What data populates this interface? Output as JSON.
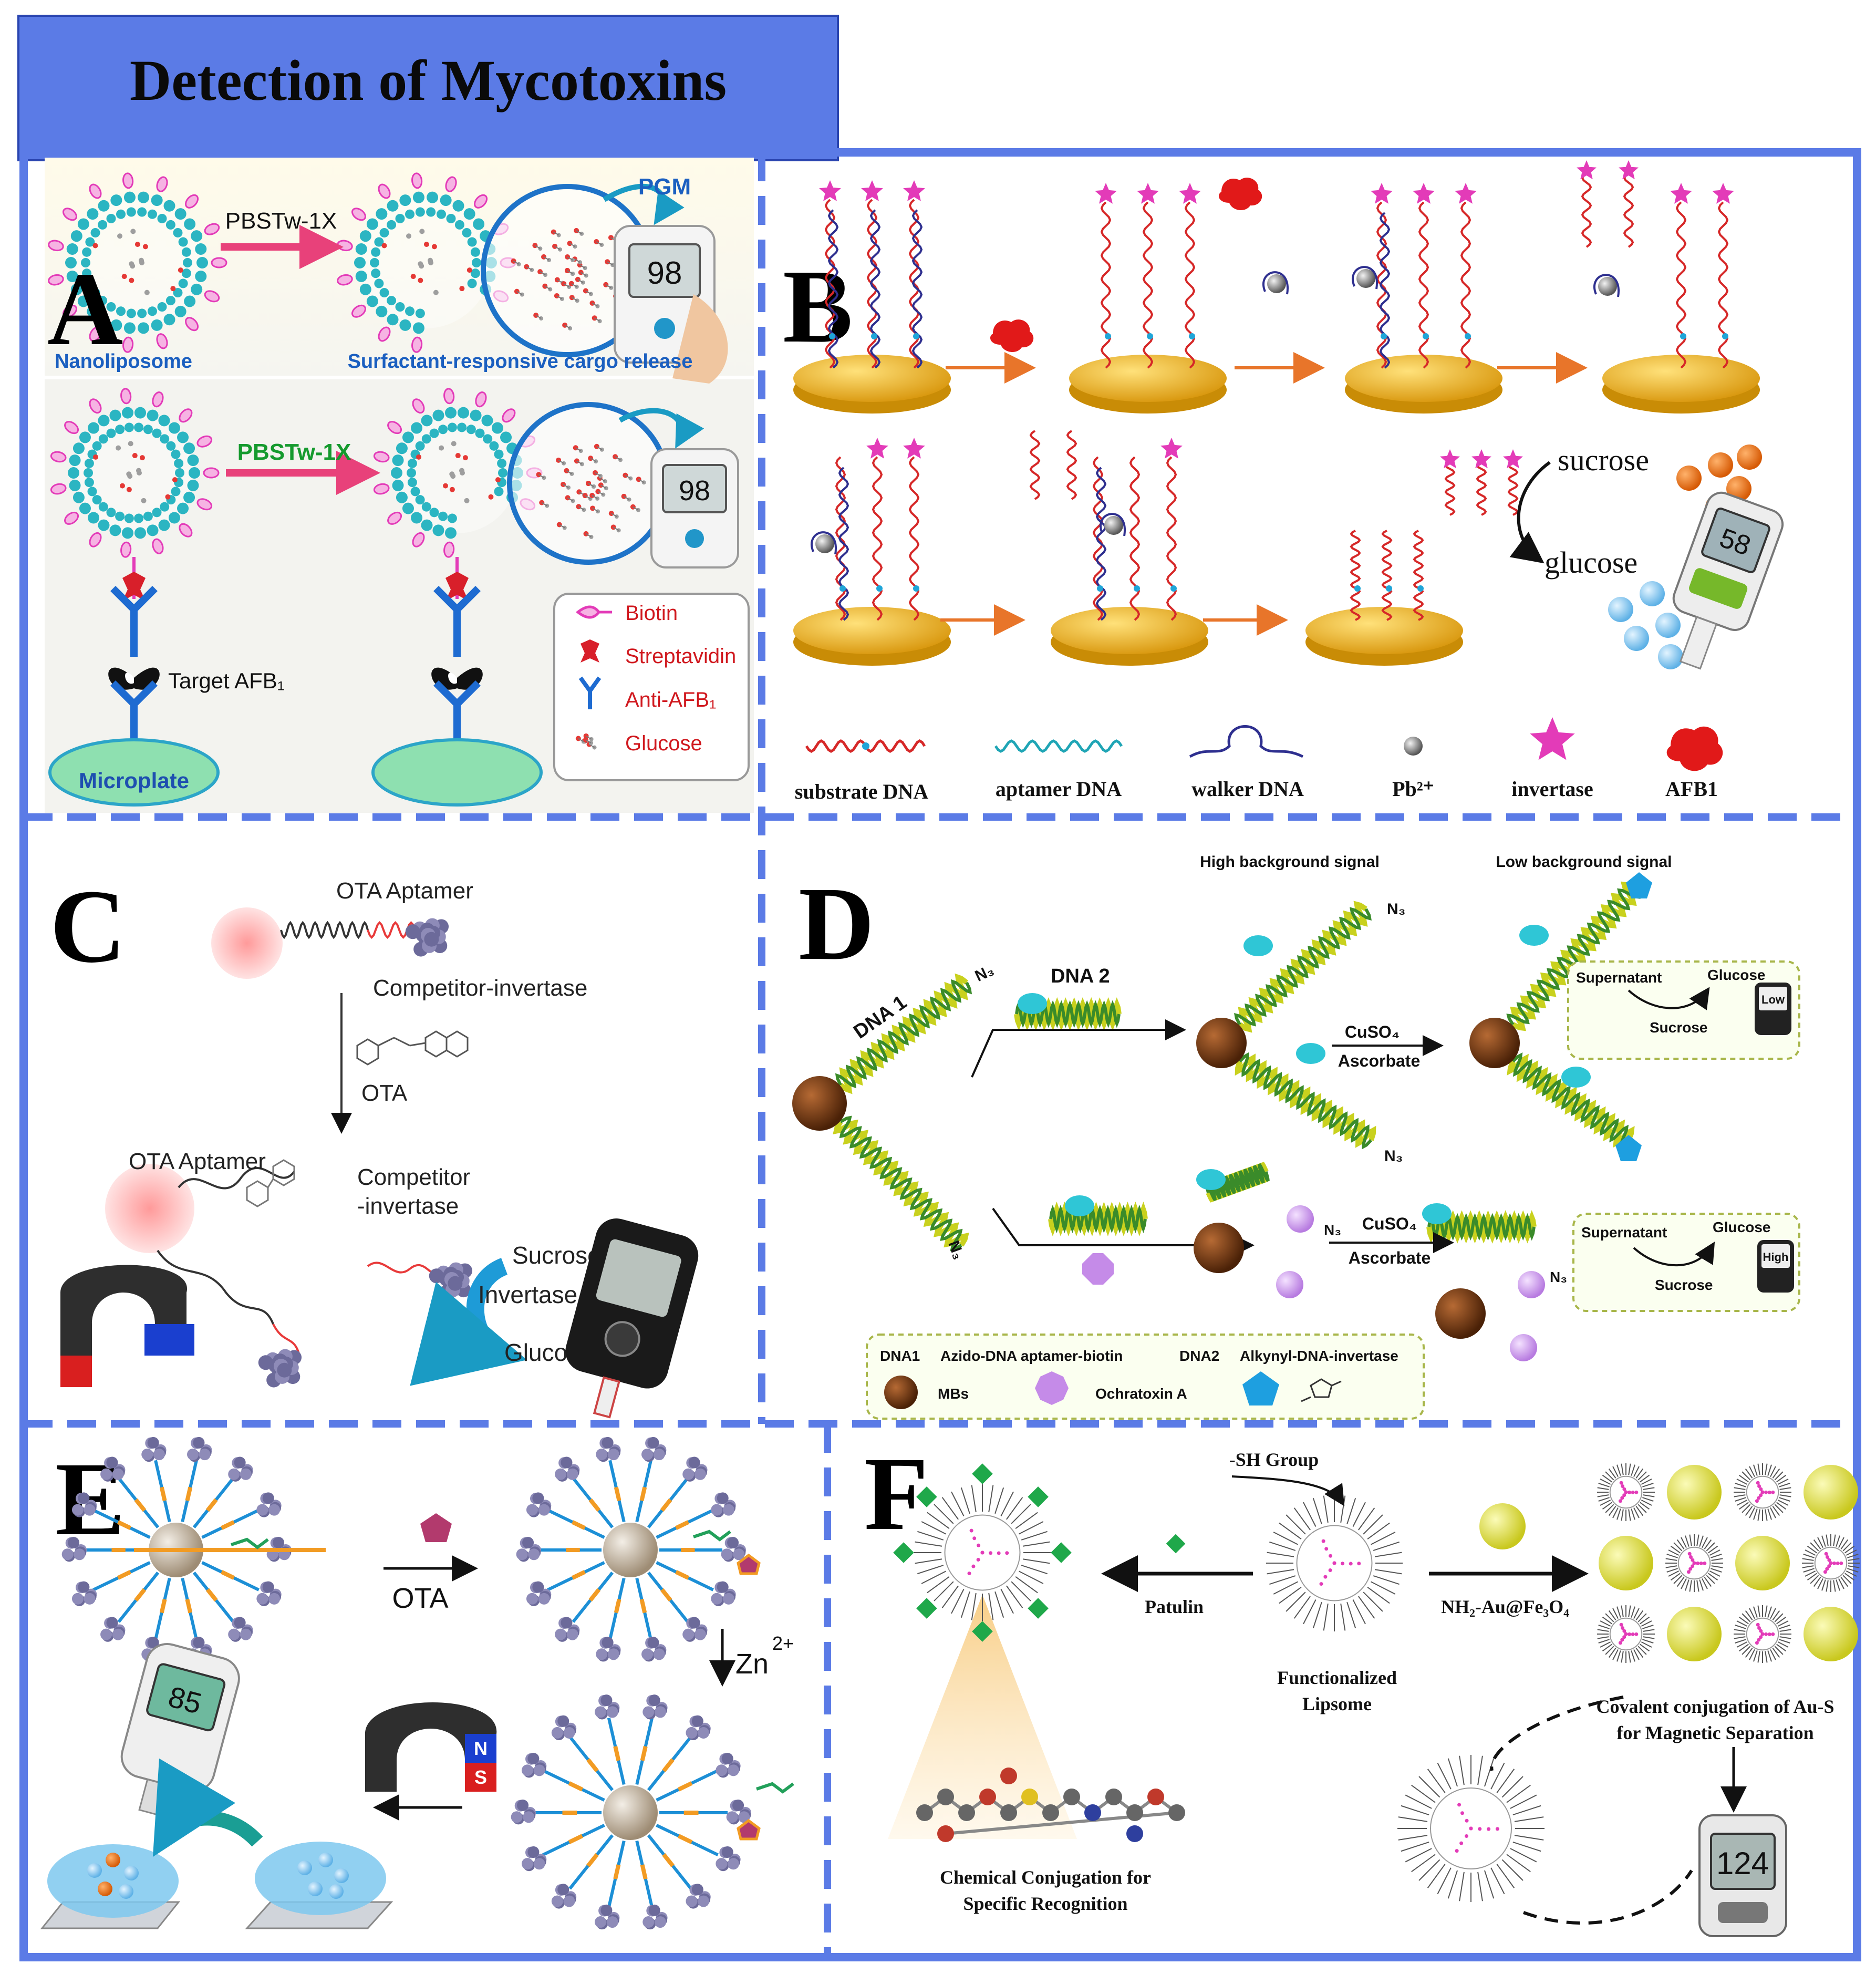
{
  "title": "Detection of Mycotoxins",
  "colors": {
    "frame": "#5B7BE6",
    "header": "#5B7BE6",
    "gold": "#F2B81E",
    "pink_arrow": "#E8417A",
    "orange_arrow": "#E8752A",
    "dna_red": "#D62828",
    "aptamer_teal": "#1FA5B5",
    "walker_blue": "#2E2F8F",
    "invertase_pink": "#E33BB8",
    "afb1_red": "#E11919",
    "mb_brown": "#6B3410",
    "ota_purple": "#C58BE8",
    "alkyne_blue": "#1E9FE0",
    "patulin_green": "#1FA84A",
    "au_yellow": "#E6E63C"
  },
  "panels": {
    "A": {
      "letter": "A",
      "top": {
        "arrow_label": "PBSTw-1X",
        "meter_label": "PGM",
        "left_caption": "Nanoliposome",
        "right_caption": "Surfactant-responsive cargo release",
        "meter_value": "98"
      },
      "bottom": {
        "arrow_label": "PBSTw-1X",
        "target_label": "Target AFB₁",
        "plate_label": "Microplate",
        "meter_value": "98"
      },
      "legend": [
        {
          "icon": "biotin-icon",
          "label": "Biotin"
        },
        {
          "icon": "streptavidin-icon",
          "label": "Streptavidin"
        },
        {
          "icon": "antibody-icon",
          "label": "Anti-AFB₁"
        },
        {
          "icon": "glucose-icon",
          "label": "Glucose"
        }
      ]
    },
    "B": {
      "letter": "B",
      "sucrose": "sucrose",
      "glucose": "glucose",
      "meter_value": "58",
      "legend": [
        {
          "icon": "substrate-dna-icon",
          "label": "substrate DNA"
        },
        {
          "icon": "aptamer-dna-icon",
          "label": "aptamer DNA"
        },
        {
          "icon": "walker-dna-icon",
          "label": "walker DNA"
        },
        {
          "icon": "pb-ion-icon",
          "label": "Pb²⁺"
        },
        {
          "icon": "invertase-icon",
          "label": "invertase"
        },
        {
          "icon": "afb1-icon",
          "label": "AFB1"
        }
      ]
    },
    "C": {
      "letter": "C",
      "aptamer_top": "OTA Aptamer",
      "competitor_top": "Competitor-invertase",
      "ota_label": "OTA",
      "aptamer_bottom": "OTA Aptamer",
      "competitor_line1": "Competitor",
      "competitor_line2": "-invertase",
      "sucrose": "Sucrose",
      "invertase": "Invertase",
      "glucose": "Glucose"
    },
    "D": {
      "letter": "D",
      "high_bg": "High background signal",
      "low_bg": "Low background signal",
      "dna1": "DNA 1",
      "dna2": "DNA 2",
      "n3": "N₃",
      "cuso4": "CuSO₄",
      "ascorbate": "Ascorbate",
      "supernatant": "Supernatant",
      "glucose": "Glucose",
      "sucrose": "Sucrose",
      "low": "Low",
      "high": "High",
      "legend": {
        "dna1_key": "DNA1",
        "dna1_desc": "Azido-DNA aptamer-biotin",
        "dna2_key": "DNA2",
        "dna2_desc": "Alkynyl-DNA-invertase",
        "mbs": "MBs",
        "ochratoxin": "Ochratoxin A"
      }
    },
    "E": {
      "letter": "E",
      "ota_label": "OTA",
      "zn_label": "Zn",
      "zn_sup": "2+",
      "meter_value": "85",
      "magnet_n": "N",
      "magnet_s": "S"
    },
    "F": {
      "letter": "F",
      "sh_group": "-SH Group",
      "patulin": "Patulin",
      "nh2": "NH₂-Au@Fe₃O₄",
      "functionalized_1": "Functionalized",
      "functionalized_2": "Lipsome",
      "covalent_1": "Covalent conjugation of Au-S",
      "covalent_2": "for Magnetic Separation",
      "chemical_1": "Chemical Conjugation for",
      "chemical_2": "Specific Recognition",
      "meter_value": "124"
    }
  }
}
